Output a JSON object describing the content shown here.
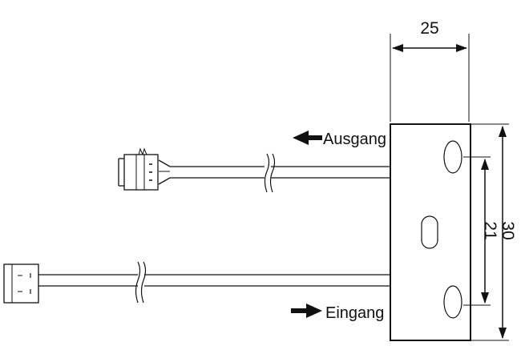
{
  "dimensions": {
    "width_label": "25",
    "height_outer_label": "30",
    "height_inner_label": "21"
  },
  "labels": {
    "output": "Ausgang",
    "input": "Eingang"
  }
}
